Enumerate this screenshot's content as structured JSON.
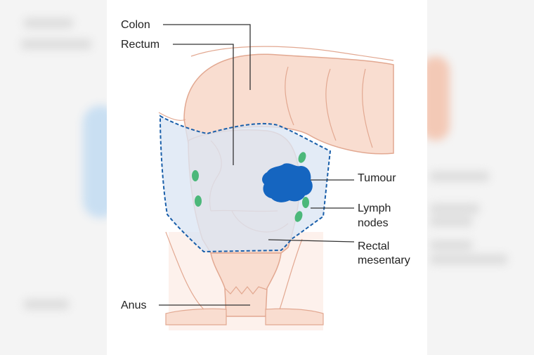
{
  "diagram": {
    "labels": {
      "colon": "Colon",
      "rectum": "Rectum",
      "tumour": "Tumour",
      "lymph_line1": "Lymph",
      "lymph_line2": "nodes",
      "mesentery_line1": "Rectal",
      "mesentery_line2": "mesentary",
      "anus": "Anus"
    },
    "colors": {
      "tissue": "#f9ddd0",
      "tissue_outline": "#e2a891",
      "mesentery_fill": "#dbe5f3",
      "mesentery_border": "#1a5faa",
      "tumour": "#1565c0",
      "lymph_node": "#4cb87a",
      "leader_line": "#333333"
    }
  }
}
